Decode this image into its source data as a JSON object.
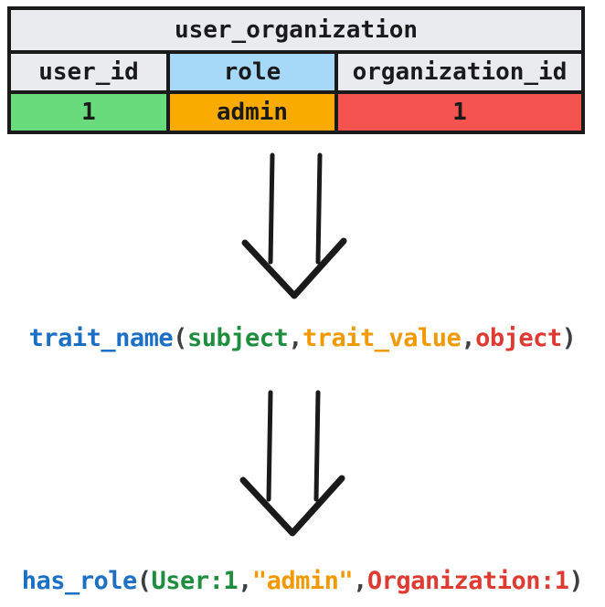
{
  "colors": {
    "ink": "#1a1a1a",
    "arrow": "#1a1a1a",
    "header_gray": "#e9ebee",
    "header_blue": "#a6d8f7",
    "cell_green": "#69db7c",
    "cell_orange": "#f9ab00",
    "cell_red": "#f5534f",
    "code_blue": "#1b6fc5",
    "code_green": "#1e8e3e",
    "code_orange": "#f29900",
    "code_red": "#df3a32",
    "code_dark": "#3c4043"
  },
  "table": {
    "title": "user_organization",
    "title_bg": "#e9ebee",
    "columns": [
      {
        "label": "user_id",
        "bg": "#e9ebee"
      },
      {
        "label": "role",
        "bg": "#a6d8f7"
      },
      {
        "label": "organization_id",
        "bg": "#e9ebee"
      }
    ],
    "row": [
      {
        "value": "1",
        "bg": "#69db7c"
      },
      {
        "value": "admin",
        "bg": "#f9ab00"
      },
      {
        "value": "1",
        "bg": "#f5534f"
      }
    ]
  },
  "schema_line": {
    "full_text": "trait_name(subject,trait_value,object)",
    "tokens": [
      {
        "text": "trait_name",
        "color": "#1b6fc5"
      },
      {
        "text": "(",
        "color": "#3c4043"
      },
      {
        "text": "subject",
        "color": "#1e8e3e"
      },
      {
        "text": ",",
        "color": "#3c4043"
      },
      {
        "text": "trait_value",
        "color": "#f29900"
      },
      {
        "text": ",",
        "color": "#3c4043"
      },
      {
        "text": "object",
        "color": "#df3a32"
      },
      {
        "text": ")",
        "color": "#3c4043"
      }
    ]
  },
  "example_line": {
    "full_text": "has_role(User:1,\"admin\",Organization:1)",
    "tokens": [
      {
        "text": "has_role",
        "color": "#1b6fc5"
      },
      {
        "text": "(",
        "color": "#3c4043"
      },
      {
        "text": "User:1",
        "color": "#1e8e3e"
      },
      {
        "text": ",",
        "color": "#3c4043"
      },
      {
        "text": "\"admin\"",
        "color": "#f29900"
      },
      {
        "text": ",",
        "color": "#3c4043"
      },
      {
        "text": "Organization:1",
        "color": "#df3a32"
      },
      {
        "text": ")",
        "color": "#3c4043"
      }
    ]
  }
}
